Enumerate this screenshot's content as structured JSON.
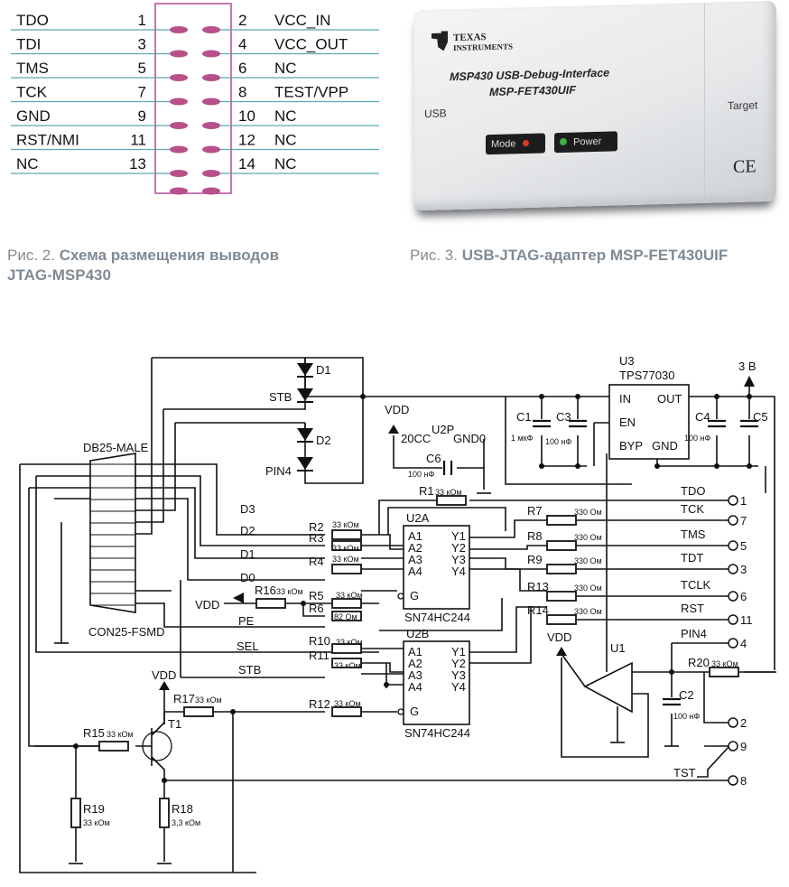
{
  "jtag_connector": {
    "left_pins": [
      {
        "name": "TDO",
        "num": "1"
      },
      {
        "name": "TDI",
        "num": "3"
      },
      {
        "name": "TMS",
        "num": "5"
      },
      {
        "name": "TCK",
        "num": "7"
      },
      {
        "name": "GND",
        "num": "9"
      },
      {
        "name": "RST/NMI",
        "num": "11"
      },
      {
        "name": "NC",
        "num": "13"
      }
    ],
    "right_pins": [
      {
        "num": "2",
        "name": "VCC_IN"
      },
      {
        "num": "4",
        "name": "VCC_OUT"
      },
      {
        "num": "6",
        "name": "NC"
      },
      {
        "num": "8",
        "name": "TEST/VPP"
      },
      {
        "num": "10",
        "name": "NC"
      },
      {
        "num": "12",
        "name": "NC"
      },
      {
        "num": "14",
        "name": "NC"
      }
    ],
    "line_color": "#5aa7b5",
    "box_color": "#c06aa6",
    "pad_color": "#b8508a"
  },
  "adapter": {
    "brand_line1": "Texas",
    "brand_line2": "Instruments",
    "title": "MSP430 USB-Debug-Interface",
    "model": "MSP-FET430UIF",
    "usb_label": "USB",
    "target_label": "Target",
    "mode_label": "Mode",
    "power_label": "Power",
    "ce_mark": "CE"
  },
  "captions": {
    "fig2_prefix": "Рис. 2.",
    "fig2_text": "Схема размещения выводов",
    "fig2_text2": "JTAG-MSP430",
    "fig3_prefix": "Рис. 3.",
    "fig3_text": "USB-JTAG-адаптер MSP-FET430UIF"
  },
  "schematic": {
    "labels": {
      "d1": "D1",
      "d2": "D2",
      "stb_top": "STB",
      "pin4_top": "PIN4",
      "vdd_top": "VDD",
      "cc20": "20CC",
      "u2p": "U2P",
      "gnd0": "GND0",
      "c6": "C6",
      "c6v": "100 нФ",
      "db25": "DB25-MALE",
      "con25": "CON25-FSMD",
      "d3": "D3",
      "d2n": "D2",
      "d1n": "D1",
      "d0n": "D0",
      "pe": "PE",
      "sel": "SEL",
      "stb": "STB",
      "vdd_mid": "VDD",
      "vdd_t1": "VDD",
      "vdd_u1": "VDD",
      "r1": "R1",
      "r1v": "33 кОм",
      "r2": "R2",
      "r3": "R3",
      "r4": "R4",
      "r5": "R5",
      "r6": "R6",
      "r7": "R7",
      "r8": "R8",
      "r9": "R9",
      "r10": "R10",
      "r11": "R11",
      "r12": "R12",
      "r13": "R13",
      "r14": "R14",
      "r15": "R15",
      "r16": "R16",
      "r17": "R17",
      "r18": "R18",
      "r19": "R19",
      "r20": "R20",
      "v33k": "33 кОм",
      "v330": "330 Ом",
      "v82": "82 Ом",
      "v33r": "3,3 кОм",
      "u2a": "U2A",
      "u2b": "U2B",
      "ic": "SN74HC244",
      "a1": "A1",
      "a2": "A2",
      "a3": "A3",
      "a4": "A4",
      "y1": "Y1",
      "y2": "Y2",
      "y3": "Y3",
      "y4": "Y4",
      "g": "G",
      "u3": "U3",
      "tps": "TPS77030",
      "in": "IN",
      "out": "OUT",
      "en": "EN",
      "byp": "BYP",
      "gnd": "GND",
      "c1": "C1",
      "c3": "C3",
      "c4": "C4",
      "c5": "C5",
      "c2": "C2",
      "c1v": "1 мкФ",
      "c3v": "100 нФ",
      "c4v": "100 нФ",
      "c2v": "100 нФ",
      "v3": "3 В",
      "u1": "U1",
      "t1": "T1",
      "tdo": "TDO",
      "tck": "TCK",
      "tms": "TMS",
      "tdt": "TDT",
      "tclk": "TCLK",
      "rst": "RST",
      "pin4": "PIN4",
      "tst": "TST",
      "n1": "1",
      "n7": "7",
      "n5": "5",
      "n3": "3",
      "n6": "6",
      "n11": "11",
      "n4": "4",
      "n2": "2",
      "n9": "9",
      "n8": "8"
    }
  }
}
